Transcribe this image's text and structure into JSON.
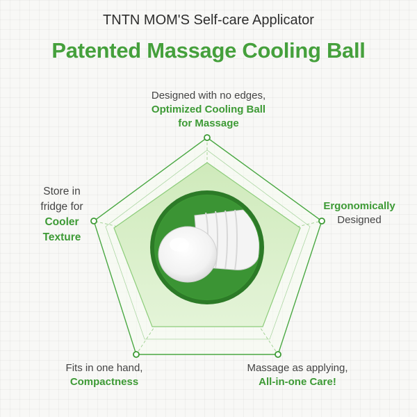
{
  "header": {
    "subtitle": "TNTN MOM'S Self-care Applicator",
    "title": "Patented Massage Cooling Ball"
  },
  "features": {
    "top": {
      "plain": "Designed with no edges,",
      "strong_1": "Optimized Cooling Ball",
      "strong_2": "for Massage"
    },
    "right": {
      "strong": "Ergonomically",
      "plain": "Designed"
    },
    "left": {
      "plain_1": "Store in",
      "plain_2": "fridge for",
      "strong_1": "Cooler",
      "strong_2": "Texture"
    },
    "bottom_left": {
      "plain": "Fits in one hand,",
      "strong": "Compactness"
    },
    "bottom_right": {
      "plain": "Massage as applying,",
      "strong": "All-in-one Care!"
    }
  },
  "colors": {
    "brand_green": "#45a03c",
    "dark_green": "#2f7d2a",
    "light_green_fill": "#d8f0c8",
    "text_gray": "#444444"
  },
  "product_image": "cooling-ball-applicator"
}
